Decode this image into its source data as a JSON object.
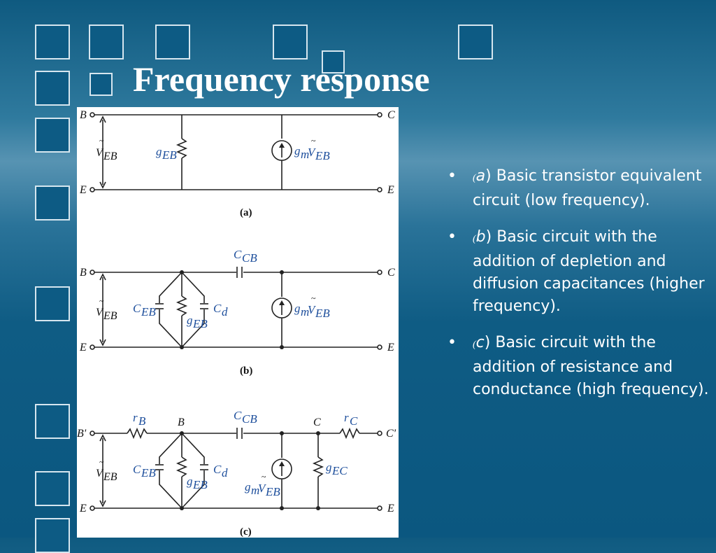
{
  "title": "Frequency response",
  "bullets": [
    {
      "open": "(",
      "letter": "a",
      "text": ") Basic transistor equivalent circuit (low frequency)."
    },
    {
      "open": "(",
      "letter": "b",
      "text": ") Basic circuit with the addition of depletion and diffusion capacitances (higher frequency)."
    },
    {
      "open": "(",
      "letter": "c",
      "text": ") Basic circuit with the addition of resistance and conductance (high frequency)."
    }
  ],
  "bullet_symbol": "•",
  "diagram": {
    "captions": [
      "(a)",
      "(b)",
      "(c)"
    ],
    "nodes": {
      "B": "B",
      "C": "C",
      "E": "E",
      "Bp": "B'",
      "Cp": "C'"
    },
    "subs": {
      "EB": "EB",
      "CB": "CB",
      "d": "d",
      "EC": "EC",
      "m": "m"
    },
    "symbols": {
      "V": "V",
      "g": "g",
      "C": "C",
      "r": "r",
      "tilde": "~"
    }
  },
  "colors": {
    "background": "#0f5c84",
    "accent_text": "#1e4f9c"
  }
}
